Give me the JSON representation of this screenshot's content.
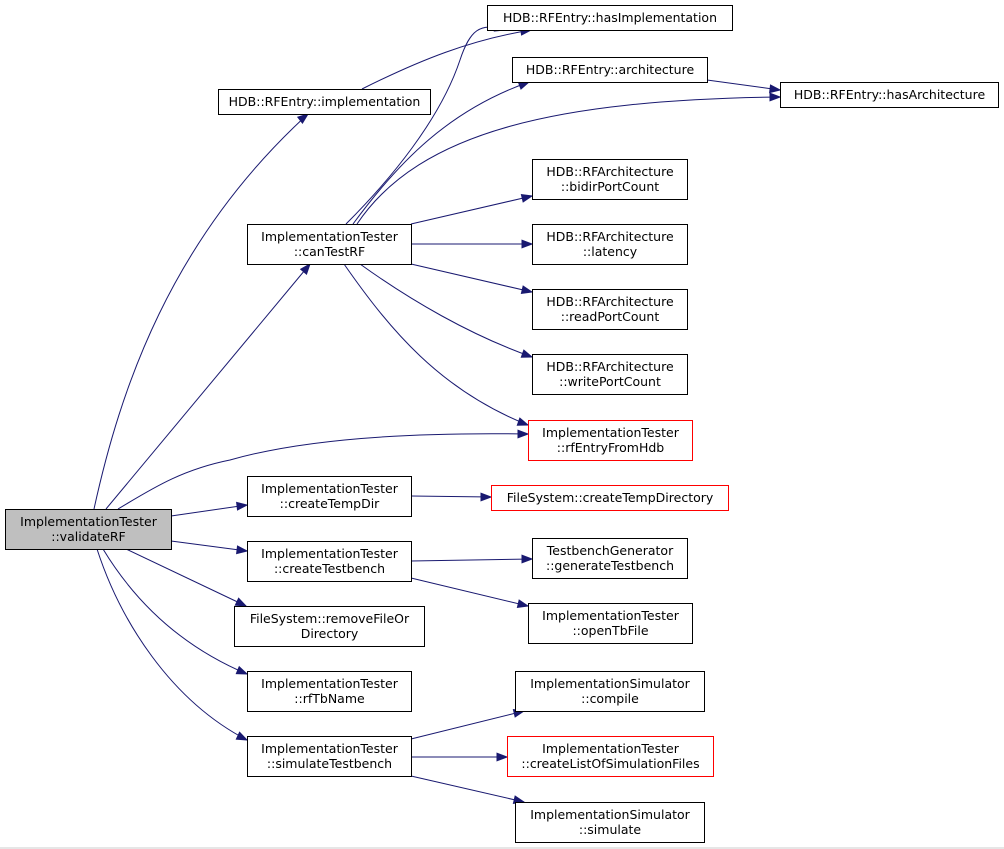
{
  "colors": {
    "edge": "#191970",
    "node_border": "#000000",
    "node_border_undocumented": "#ff0000",
    "root_fill": "#bfbfbf",
    "node_fill": "#ffffff"
  },
  "nodes": [
    {
      "id": "validateRF",
      "lines": [
        "ImplementationTester",
        "::validateRF"
      ],
      "style": "root"
    },
    {
      "id": "implementation",
      "lines": [
        "HDB::RFEntry::implementation"
      ],
      "style": "normal"
    },
    {
      "id": "hasImplementation",
      "lines": [
        "HDB::RFEntry::hasImplementation"
      ],
      "style": "normal"
    },
    {
      "id": "architecture",
      "lines": [
        "HDB::RFEntry::architecture"
      ],
      "style": "normal"
    },
    {
      "id": "hasArchitecture",
      "lines": [
        "HDB::RFEntry::hasArchitecture"
      ],
      "style": "normal"
    },
    {
      "id": "canTestRF",
      "lines": [
        "ImplementationTester",
        "::canTestRF"
      ],
      "style": "normal"
    },
    {
      "id": "bidirPortCount",
      "lines": [
        "HDB::RFArchitecture",
        "::bidirPortCount"
      ],
      "style": "normal"
    },
    {
      "id": "latency",
      "lines": [
        "HDB::RFArchitecture",
        "::latency"
      ],
      "style": "normal"
    },
    {
      "id": "readPortCount",
      "lines": [
        "HDB::RFArchitecture",
        "::readPortCount"
      ],
      "style": "normal"
    },
    {
      "id": "writePortCount",
      "lines": [
        "HDB::RFArchitecture",
        "::writePortCount"
      ],
      "style": "normal"
    },
    {
      "id": "rfEntryFromHdb",
      "lines": [
        "ImplementationTester",
        "::rfEntryFromHdb"
      ],
      "style": "undocumented"
    },
    {
      "id": "createTempDir",
      "lines": [
        "ImplementationTester",
        "::createTempDir"
      ],
      "style": "normal"
    },
    {
      "id": "createTempDirectory",
      "lines": [
        "FileSystem::createTempDirectory"
      ],
      "style": "undocumented"
    },
    {
      "id": "createTestbench",
      "lines": [
        "ImplementationTester",
        "::createTestbench"
      ],
      "style": "normal"
    },
    {
      "id": "generateTestbench",
      "lines": [
        "TestbenchGenerator",
        "::generateTestbench"
      ],
      "style": "normal"
    },
    {
      "id": "openTbFile",
      "lines": [
        "ImplementationTester",
        "::openTbFile"
      ],
      "style": "normal"
    },
    {
      "id": "removeFileOrDirectory",
      "lines": [
        "FileSystem::removeFileOr",
        "Directory"
      ],
      "style": "normal"
    },
    {
      "id": "rfTbName",
      "lines": [
        "ImplementationTester",
        "::rfTbName"
      ],
      "style": "normal"
    },
    {
      "id": "simulateTestbench",
      "lines": [
        "ImplementationTester",
        "::simulateTestbench"
      ],
      "style": "normal"
    },
    {
      "id": "compile",
      "lines": [
        "ImplementationSimulator",
        "::compile"
      ],
      "style": "normal"
    },
    {
      "id": "createListOfSimulationFiles",
      "lines": [
        "ImplementationTester",
        "::createListOfSimulationFiles"
      ],
      "style": "undocumented"
    },
    {
      "id": "simulate",
      "lines": [
        "ImplementationSimulator",
        "::simulate"
      ],
      "style": "normal"
    }
  ],
  "edges": [
    {
      "from": "validateRF",
      "to": "implementation"
    },
    {
      "from": "validateRF",
      "to": "canTestRF"
    },
    {
      "from": "validateRF",
      "to": "rfEntryFromHdb"
    },
    {
      "from": "validateRF",
      "to": "createTempDir"
    },
    {
      "from": "validateRF",
      "to": "createTestbench"
    },
    {
      "from": "validateRF",
      "to": "removeFileOrDirectory"
    },
    {
      "from": "validateRF",
      "to": "rfTbName"
    },
    {
      "from": "validateRF",
      "to": "simulateTestbench"
    },
    {
      "from": "implementation",
      "to": "hasImplementation"
    },
    {
      "from": "canTestRF",
      "to": "hasImplementation"
    },
    {
      "from": "canTestRF",
      "to": "architecture"
    },
    {
      "from": "canTestRF",
      "to": "hasArchitecture"
    },
    {
      "from": "canTestRF",
      "to": "bidirPortCount"
    },
    {
      "from": "canTestRF",
      "to": "latency"
    },
    {
      "from": "canTestRF",
      "to": "readPortCount"
    },
    {
      "from": "canTestRF",
      "to": "writePortCount"
    },
    {
      "from": "canTestRF",
      "to": "rfEntryFromHdb"
    },
    {
      "from": "architecture",
      "to": "hasArchitecture"
    },
    {
      "from": "createTempDir",
      "to": "createTempDirectory"
    },
    {
      "from": "createTestbench",
      "to": "generateTestbench"
    },
    {
      "from": "createTestbench",
      "to": "openTbFile"
    },
    {
      "from": "simulateTestbench",
      "to": "compile"
    },
    {
      "from": "simulateTestbench",
      "to": "createListOfSimulationFiles"
    },
    {
      "from": "simulateTestbench",
      "to": "simulate"
    }
  ]
}
